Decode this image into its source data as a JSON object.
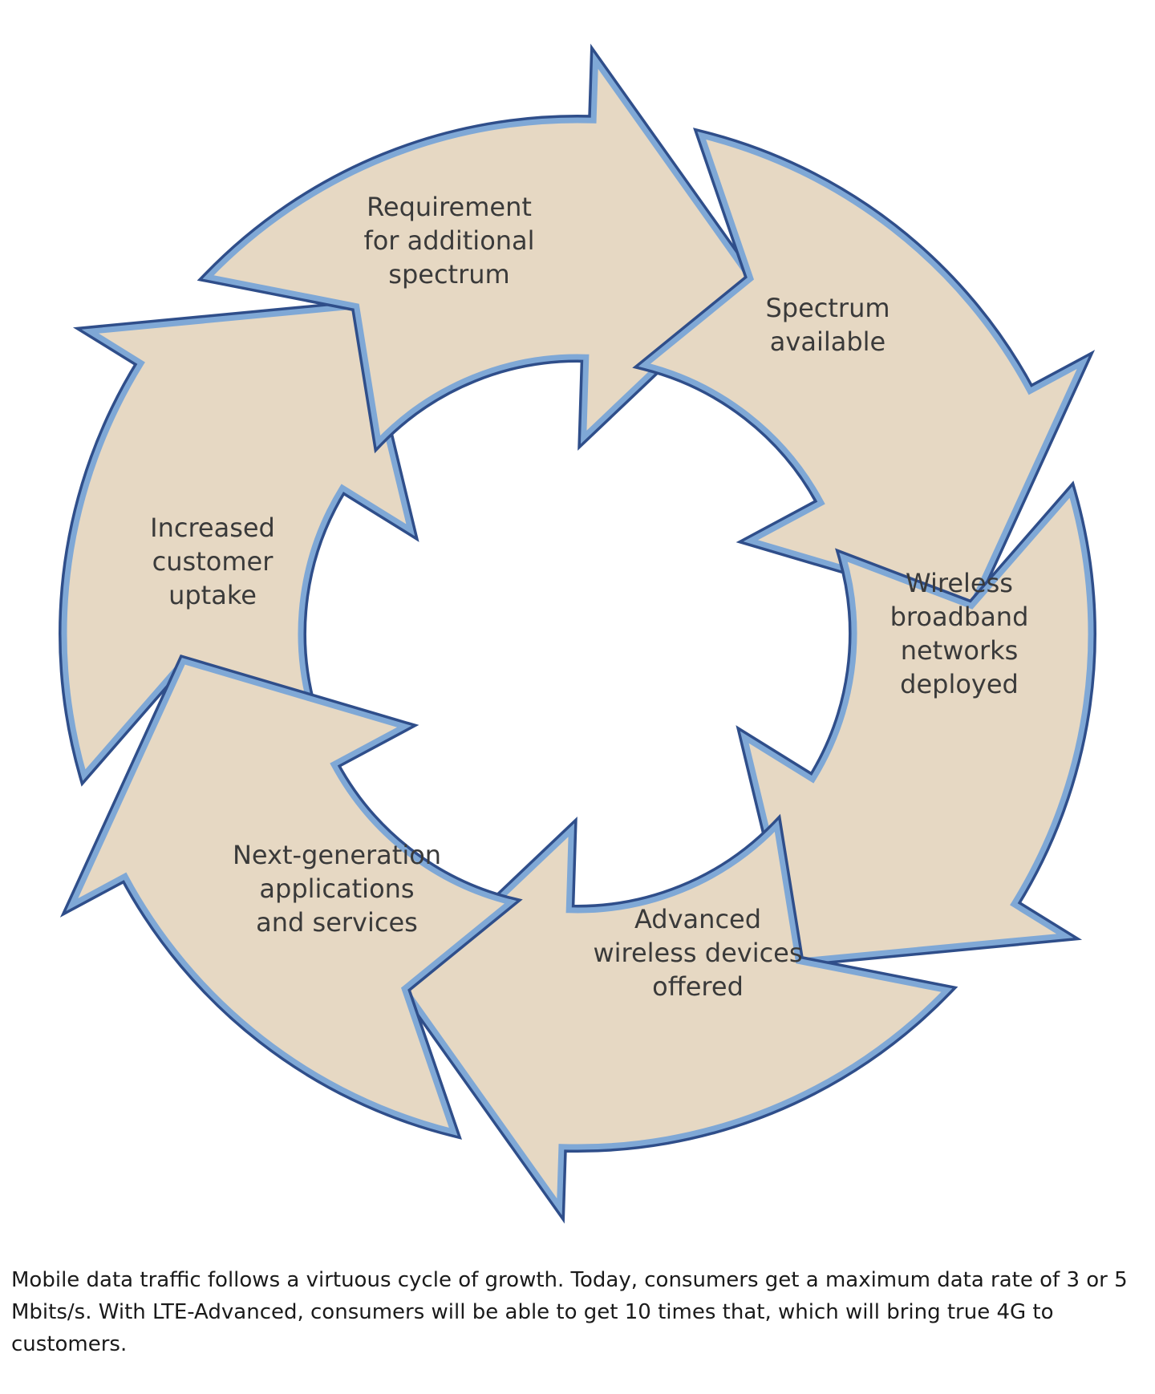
{
  "diagram": {
    "colors": {
      "fill": "#e6d8c3",
      "outer_stroke": "#2f4e8a",
      "inner_stroke": "#7fa8d6"
    },
    "segments": [
      {
        "id": "requirement",
        "lines": [
          "Requirement",
          "for additional",
          "spectrum"
        ]
      },
      {
        "id": "spectrum",
        "lines": [
          "Spectrum",
          "available"
        ]
      },
      {
        "id": "networks",
        "lines": [
          "Wireless",
          "broadband",
          "networks",
          "deployed"
        ]
      },
      {
        "id": "devices",
        "lines": [
          "Advanced",
          "wireless devices",
          "offered"
        ]
      },
      {
        "id": "applications",
        "lines": [
          "Next-generation",
          "applications",
          "and services"
        ]
      },
      {
        "id": "customers",
        "lines": [
          "Increased",
          "customer",
          "uptake"
        ]
      }
    ]
  },
  "caption": "Mobile data traffic follows a virtuous cycle of growth. Today, consumers get a maximum data rate of 3 or 5 Mbits/s. With LTE-Advanced, consumers will be able to get 10 times that, which will bring true 4G to customers."
}
